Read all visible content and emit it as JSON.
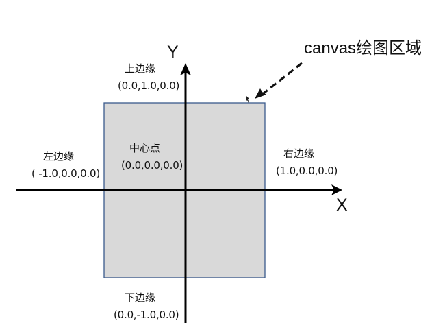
{
  "diagram": {
    "axes": {
      "x_label": "X",
      "y_label": "Y"
    },
    "canvas_label": "canvas绘图区域",
    "edges": {
      "top": {
        "name": "上边缘",
        "coord": "(0.0,1.0,0.0)"
      },
      "left": {
        "name": "左边缘",
        "coord": "( -1.0,0.0,0.0)"
      },
      "center": {
        "name": "中心点",
        "coord": "(0.0,0.0,0.0)"
      },
      "right": {
        "name": "右边缘",
        "coord": "(1.0,0.0,0.0)"
      },
      "bottom": {
        "name": "下边缘",
        "coord": "(0.0,-1.0,0.0)"
      }
    },
    "colors": {
      "canvas_fill": "#d9d9d9",
      "canvas_border": "#3a5a8c",
      "axis": "#000000",
      "pointer_arrow": "#111111"
    }
  }
}
